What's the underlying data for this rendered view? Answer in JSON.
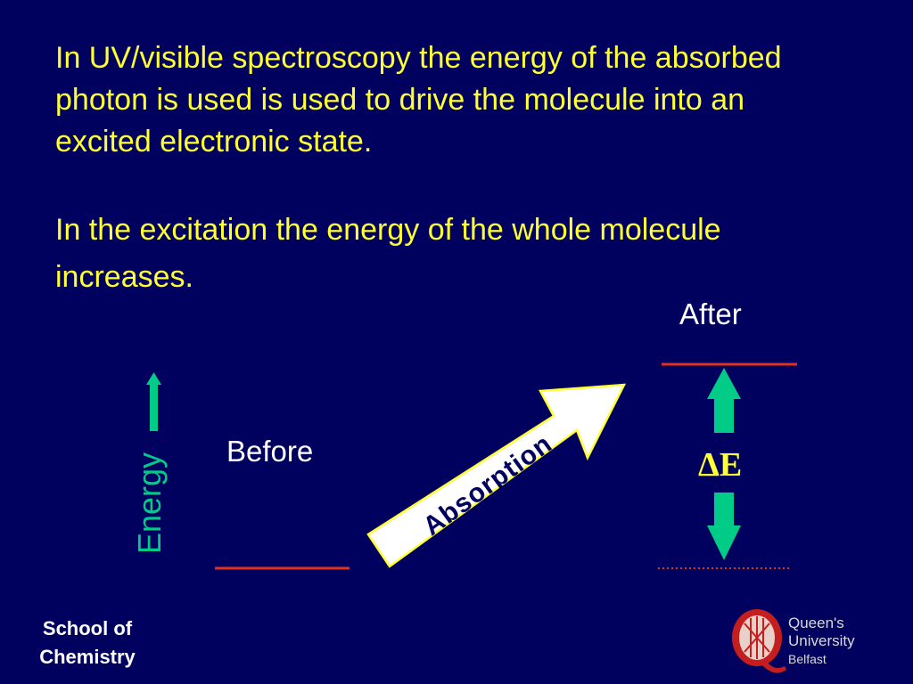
{
  "text": {
    "paragraph1": "In UV/visible spectroscopy the energy of the absorbed photon is used is used to drive the molecule into an excited electronic state.",
    "paragraph2": "In the excitation the energy of the whole molecule increases."
  },
  "diagram": {
    "before_label": "Before",
    "after_label": "After",
    "energy_axis_label": "Energy",
    "arrow_label": "Absorption",
    "delta_label": "ΔE"
  },
  "footer": {
    "school_line1": "School of",
    "school_line2": "Chemistry",
    "university_name": "Queen's University",
    "university_city": "Belfast"
  },
  "colors": {
    "background": "#00005e",
    "text_yellow": "#ffff33",
    "energy_green": "#00cc88",
    "level_red": "#e0301e",
    "arrow_outline_yellow": "#ffff33",
    "logo_red": "#c41e1e"
  }
}
